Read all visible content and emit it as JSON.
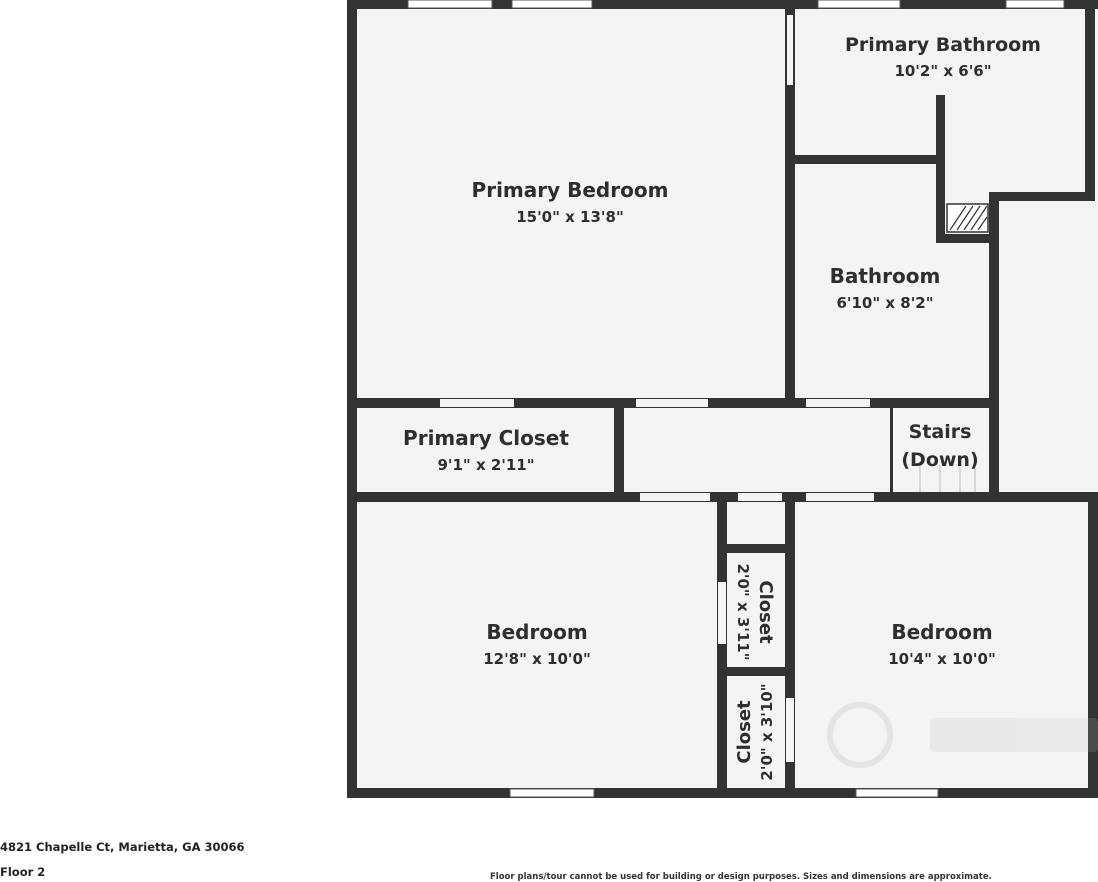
{
  "rooms": {
    "primary_bedroom": {
      "name": "Primary Bedroom",
      "dims": "15'0\" x 13'8\""
    },
    "primary_bathroom": {
      "name": "Primary Bathroom",
      "dims": "10'2\" x 6'6\""
    },
    "bathroom": {
      "name": "Bathroom",
      "dims": "6'10\" x 8'2\""
    },
    "primary_closet": {
      "name": "Primary Closet",
      "dims": "9'1\" x 2'11\""
    },
    "stairs": {
      "line1": "Stairs",
      "line2": "(Down)"
    },
    "bedroom_left": {
      "name": "Bedroom",
      "dims": "12'8\" x 10'0\""
    },
    "bedroom_right": {
      "name": "Bedroom",
      "dims": "10'4\" x 10'0\""
    },
    "closet_upper": {
      "name": "Closet",
      "dims": "2'0\" x 3'11\""
    },
    "closet_lower": {
      "name": "Closet",
      "dims": "2'0\" x 3'10\""
    }
  },
  "footer": {
    "address": "4821 Chapelle Ct, Marietta, GA 30066",
    "floor": "Floor 2",
    "disclaimer": "Floor plans/tour cannot be used for building or design purposes. Sizes and dimensions are approximate."
  },
  "colors": {
    "wall": "#333333",
    "room_fill": "#f4f4f4"
  }
}
